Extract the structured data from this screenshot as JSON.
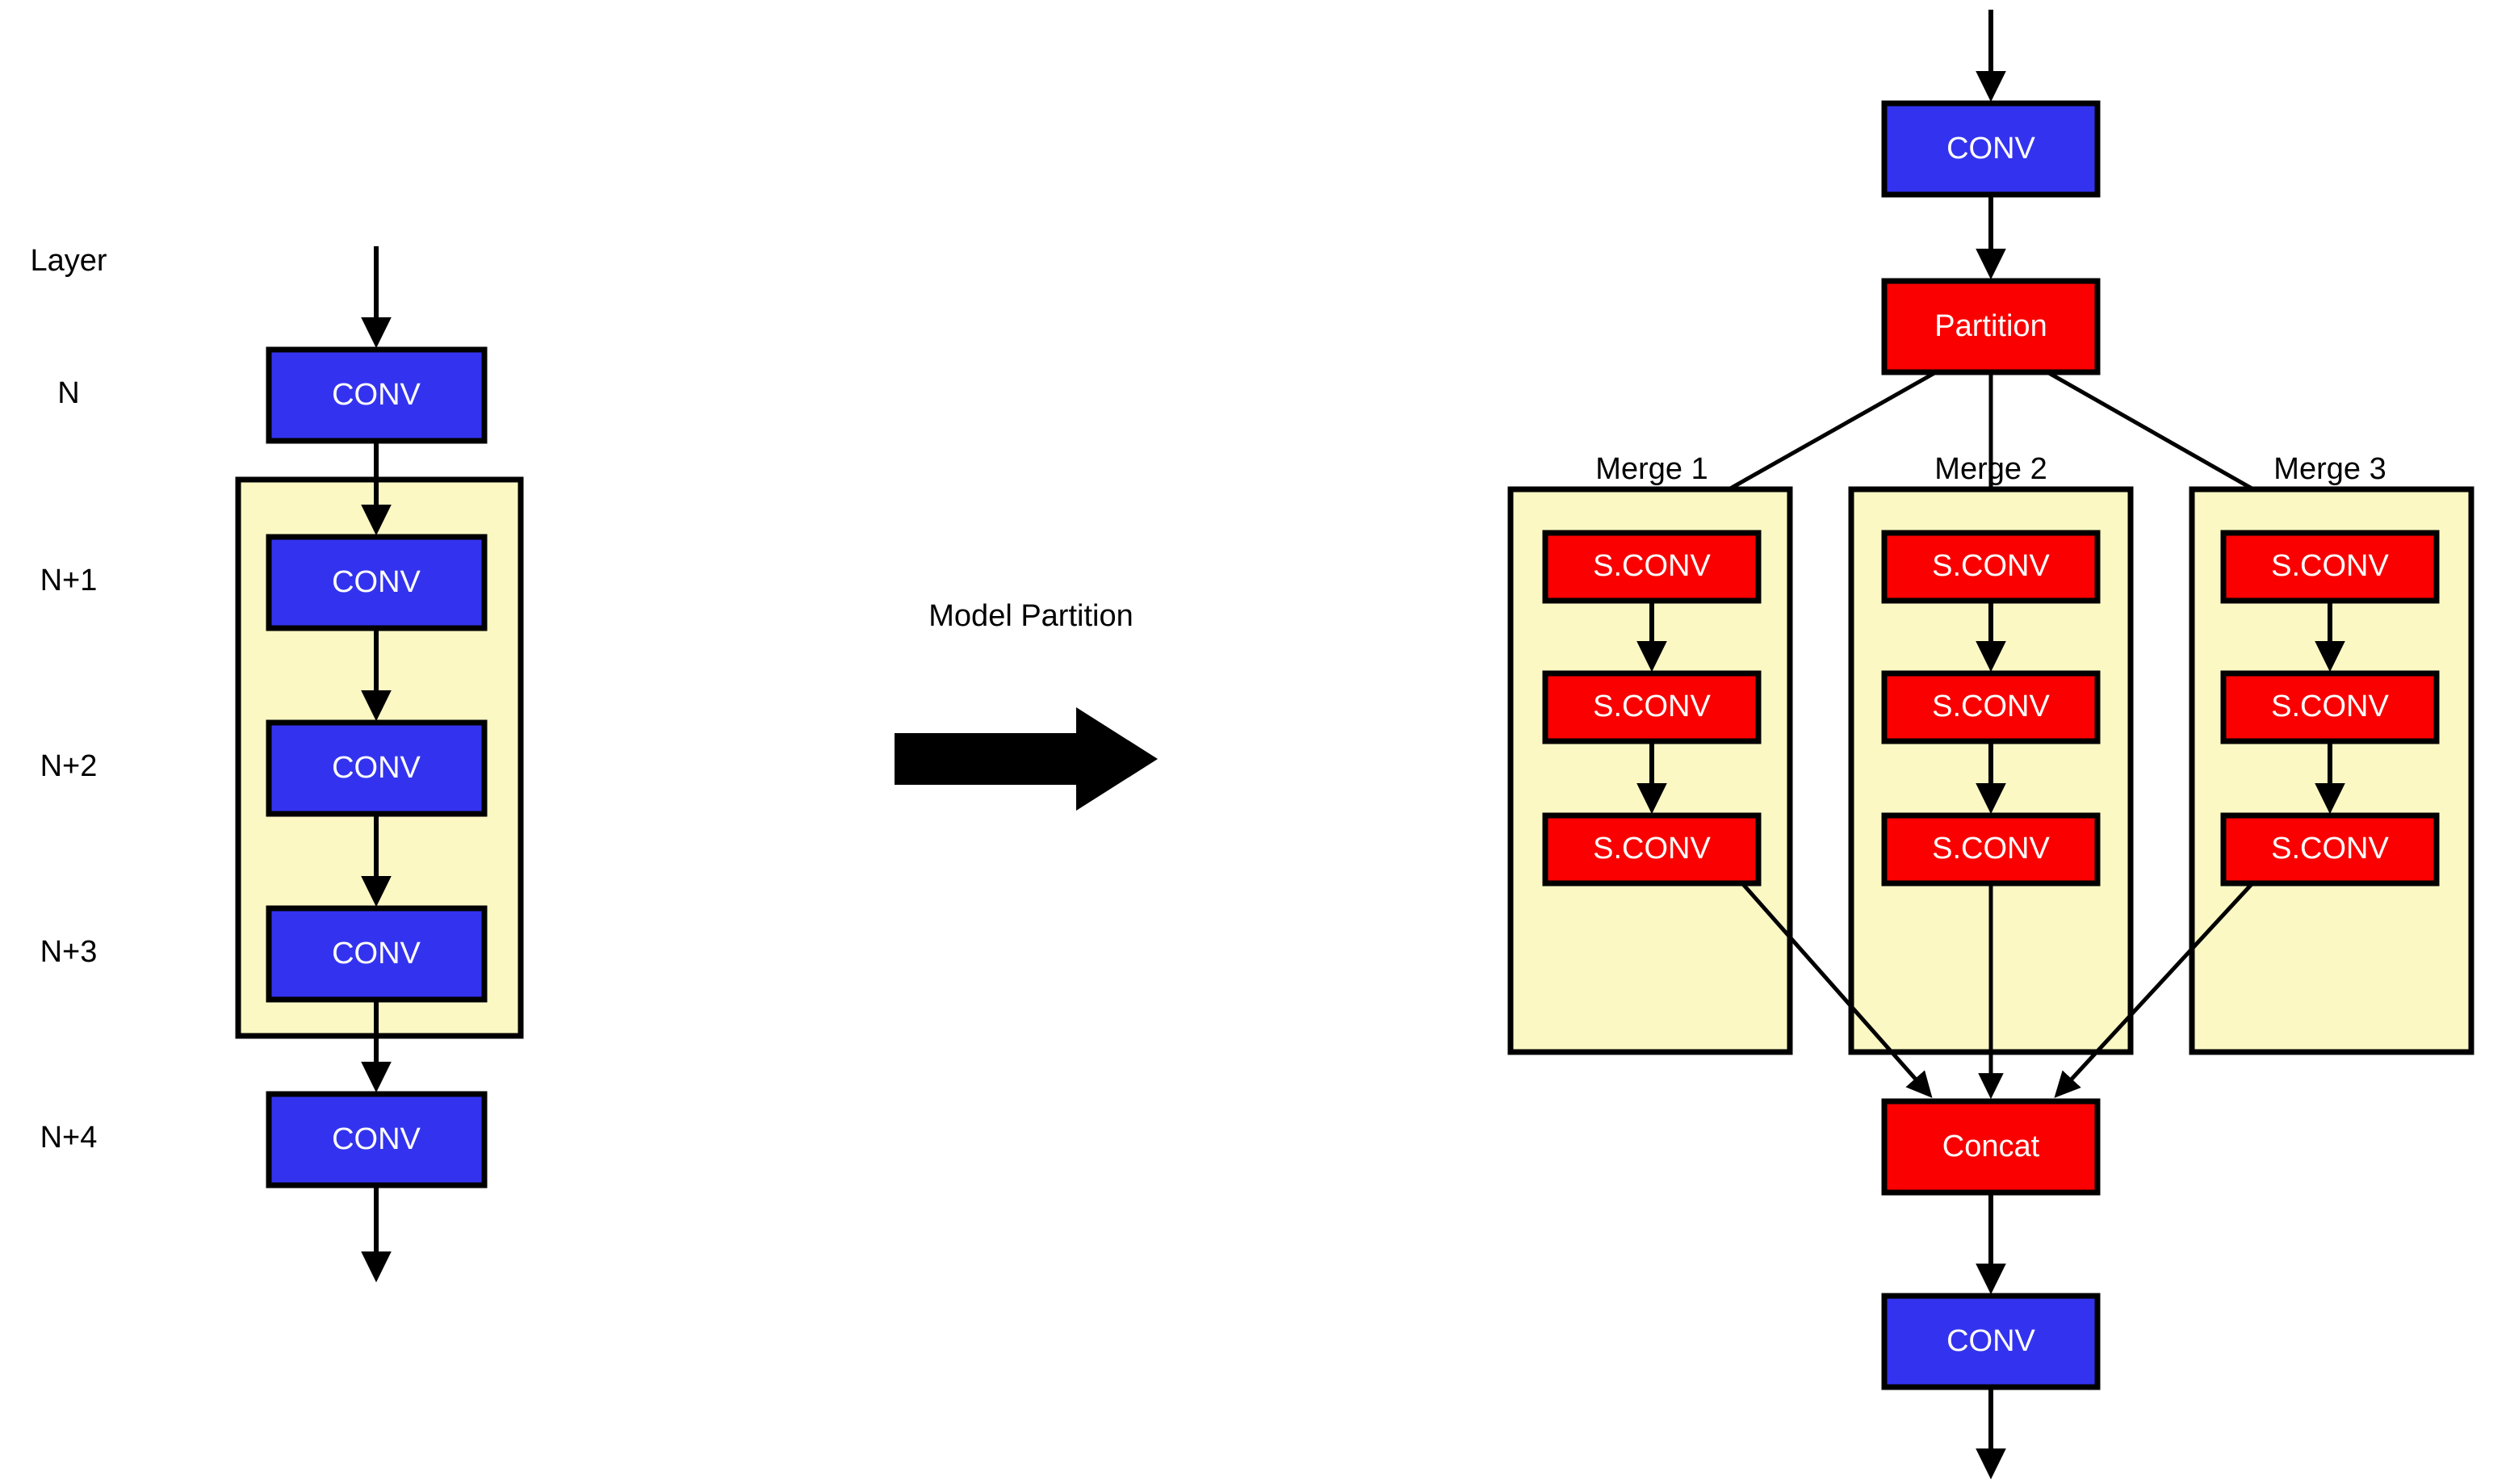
{
  "colors": {
    "conv_fill": "#3333ef",
    "sconv_fill": "#fa0000",
    "group_fill": "#fbf8c4",
    "stroke": "#000000",
    "text_on_node": "#ffffff",
    "background": "#ffffff"
  },
  "left_diagram": {
    "axis_title": "Layer",
    "layer_labels": [
      "N",
      "N+1",
      "N+2",
      "N+3",
      "N+4"
    ],
    "nodes": [
      {
        "label": "CONV",
        "layer": "N",
        "type": "conv",
        "grouped": false
      },
      {
        "label": "CONV",
        "layer": "N+1",
        "type": "conv",
        "grouped": true
      },
      {
        "label": "CONV",
        "layer": "N+2",
        "type": "conv",
        "grouped": true
      },
      {
        "label": "CONV",
        "layer": "N+3",
        "type": "conv",
        "grouped": true
      },
      {
        "label": "CONV",
        "layer": "N+4",
        "type": "conv",
        "grouped": false
      }
    ],
    "group_box": {
      "covers_layers": [
        "N+1",
        "N+2",
        "N+3"
      ]
    }
  },
  "transform": {
    "label": "Model Partition",
    "arrow": "right-arrow"
  },
  "right_diagram": {
    "head_node": {
      "label": "CONV",
      "type": "conv"
    },
    "partition_node": {
      "label": "Partition",
      "type": "sconv"
    },
    "branches": [
      {
        "title": "Merge 1",
        "nodes": [
          {
            "label": "S.CONV"
          },
          {
            "label": "S.CONV"
          },
          {
            "label": "S.CONV"
          }
        ]
      },
      {
        "title": "Merge 2",
        "nodes": [
          {
            "label": "S.CONV"
          },
          {
            "label": "S.CONV"
          },
          {
            "label": "S.CONV"
          }
        ]
      },
      {
        "title": "Merge 3",
        "nodes": [
          {
            "label": "S.CONV"
          },
          {
            "label": "S.CONV"
          },
          {
            "label": "S.CONV"
          }
        ]
      }
    ],
    "concat_node": {
      "label": "Concat",
      "type": "sconv"
    },
    "tail_node": {
      "label": "CONV",
      "type": "conv"
    }
  }
}
